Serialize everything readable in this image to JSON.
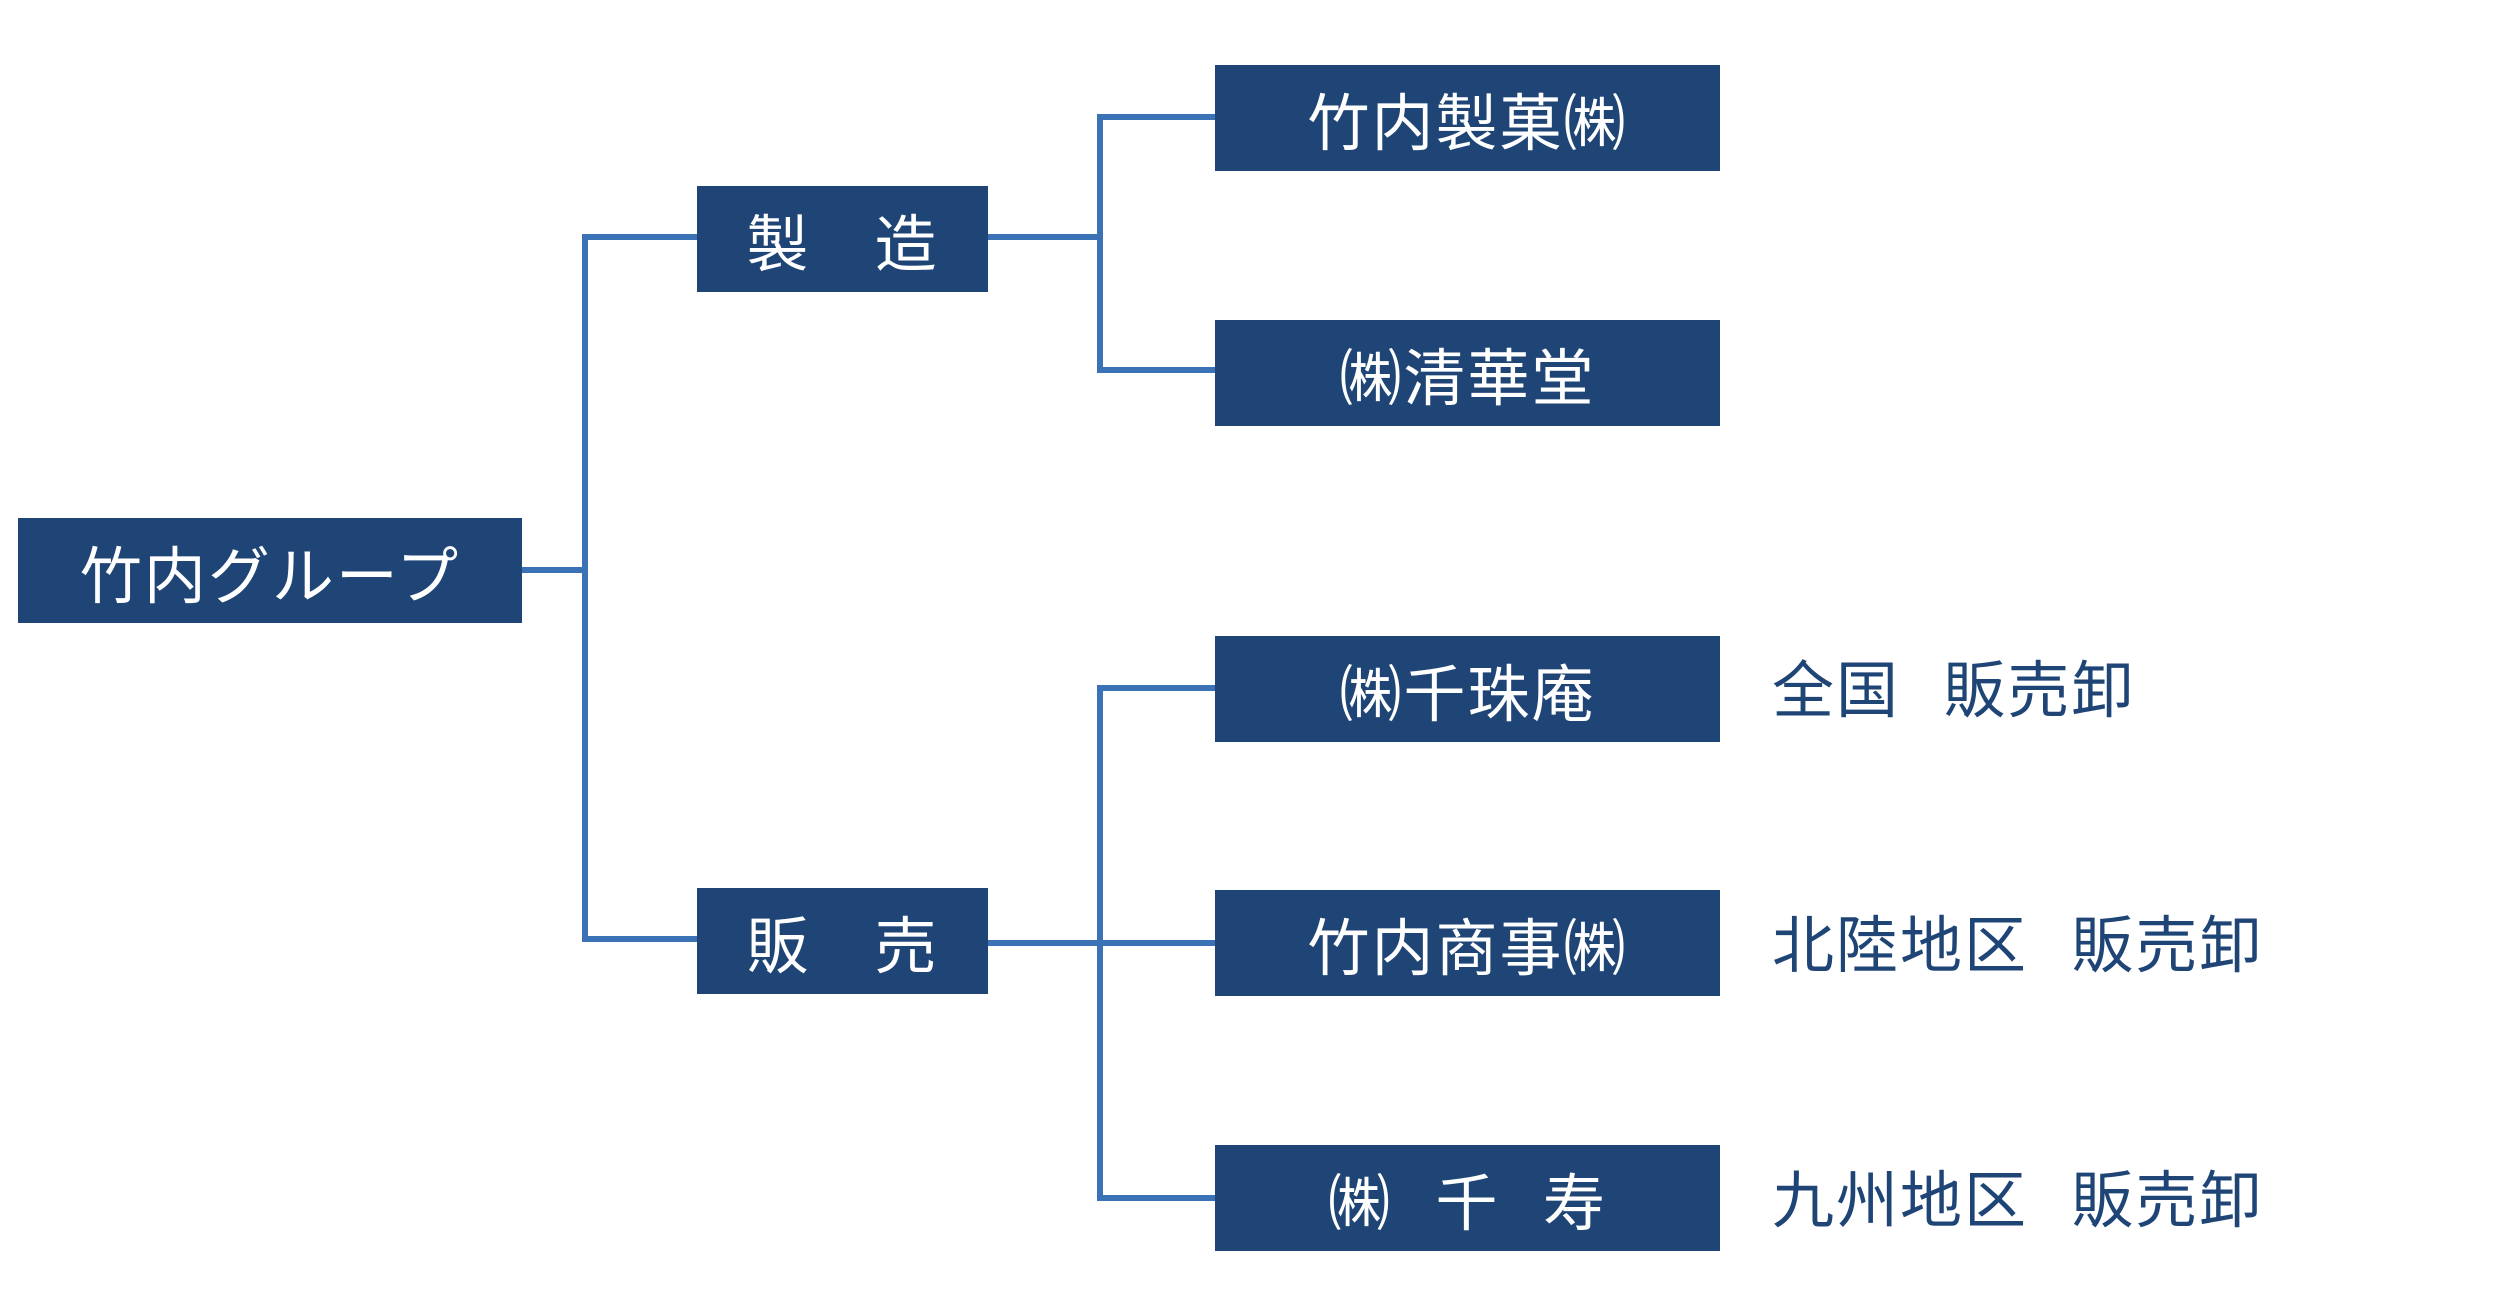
{
  "colors": {
    "box_fill": "#1f4576",
    "box_text": "#ffffff",
    "connector": "#3a72b5",
    "note_text": "#1f4576"
  },
  "root": {
    "label": "竹内グループ"
  },
  "divisions": [
    {
      "label": "製　造",
      "companies": [
        {
          "label": "竹内製菓㈱",
          "note": ""
        },
        {
          "label": "㈱清華堂",
          "note": ""
        }
      ]
    },
    {
      "label": "販　売",
      "companies": [
        {
          "label": "㈱千珠庵",
          "note": "全国  販売卸"
        },
        {
          "label": "竹内商事㈱",
          "note": "北陸地区  販売卸"
        },
        {
          "label": "㈱  千  寿",
          "note": "九州地区  販売卸"
        }
      ]
    }
  ]
}
